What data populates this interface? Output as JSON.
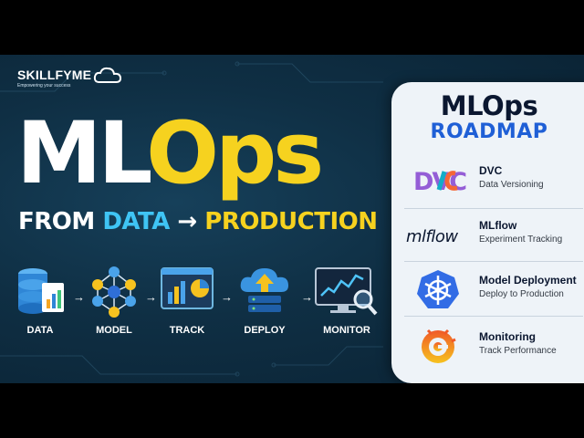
{
  "logo": {
    "name": "SKILLFYME",
    "tagline": "Empowering your success"
  },
  "headline": {
    "part1": "ML",
    "part2": "Ops"
  },
  "subline": {
    "from": "FROM",
    "data": "DATA",
    "arrow": "→",
    "production": "PRODUCTION"
  },
  "pipeline": {
    "arrow": "→",
    "steps": [
      {
        "label": "DATA",
        "icon": "database-document-icon"
      },
      {
        "label": "MODEL",
        "icon": "neural-network-icon"
      },
      {
        "label": "TRACK",
        "icon": "dashboard-chart-icon"
      },
      {
        "label": "DEPLOY",
        "icon": "cloud-upload-server-icon"
      },
      {
        "label": "MONITOR",
        "icon": "monitor-magnifier-icon"
      }
    ]
  },
  "roadmap": {
    "title": "MLOps",
    "subtitle": "ROADMAP",
    "tools": [
      {
        "name": "DVC",
        "desc": "Data Versioning",
        "logo_text": "DVC",
        "icon": "dvc-logo"
      },
      {
        "name": "MLflow",
        "desc": "Experiment Tracking",
        "logo_text": "mlflow",
        "icon": "mlflow-logo"
      },
      {
        "name": "Model Deployment",
        "desc": "Deploy to Production",
        "icon": "kubernetes-icon"
      },
      {
        "name": "Monitoring",
        "desc": "Track Performance",
        "icon": "grafana-icon"
      }
    ]
  },
  "colors": {
    "background": "#0f2f44",
    "accent_yellow": "#f6d21f",
    "accent_cyan": "#3fc4f4",
    "roadmap_blue": "#1f5fd6",
    "panel": "#eef3f8"
  }
}
